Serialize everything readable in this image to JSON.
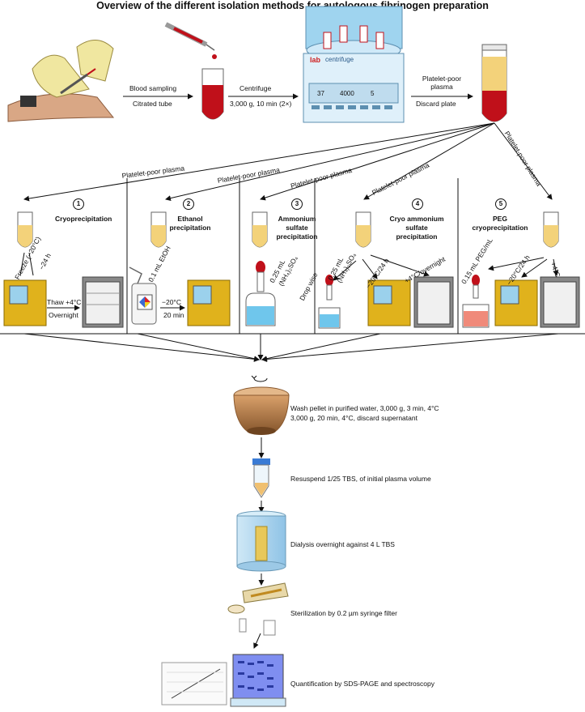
{
  "title": "Overview of the different isolation methods for autologous fibrinogen preparation",
  "top_flow": {
    "blood_sampling": "Blood sampling",
    "citrated_tube": "Citrated tube",
    "centrifuge": "Centrifuge",
    "centrifuge_params": "3,000 g, 10 min (2×)",
    "ppp_label_line1": "Platelet-poor",
    "ppp_label_line2": "plasma",
    "discard_plate": "Discard plate",
    "centrifuge_brand": "lab",
    "centrifuge_model": "centrifuge",
    "display_values": [
      "37",
      "4000",
      "5"
    ]
  },
  "branch_label": "Platelet-poor plasma",
  "methods": [
    {
      "number": "1",
      "name_line1": "Cryoprecipitation",
      "name_line2": "",
      "name_line3": ""
    },
    {
      "number": "2",
      "name_line1": "Ethanol",
      "name_line2": "precipitation",
      "name_line3": ""
    },
    {
      "number": "3",
      "name_line1": "Ammonium",
      "name_line2": "sulfate",
      "name_line3": "precipitation"
    },
    {
      "number": "4",
      "name_line1": "Cryo ammonium",
      "name_line2": "sulfate",
      "name_line3": "precipitation"
    },
    {
      "number": "5",
      "name_line1": "PEG",
      "name_line2": "cryoprecipitation",
      "name_line3": ""
    }
  ],
  "m1": {
    "freeze": "Freeze (−20°C)",
    "time": "−24 h",
    "thaw": "Thaw +4°C",
    "overnight": "Overnight"
  },
  "m2": {
    "etoh": "0.1 mL EtOH",
    "temp": "−20°C",
    "time": "20 min"
  },
  "m3": {
    "vol": "0.25 mL",
    "reagent": "(NH₄)₂SO₄",
    "drop": "Drop wise"
  },
  "m4": {
    "vol": "0.25 mL",
    "reagent": "(NH₄)₂SO₄",
    "freeze": "−20°C/24 h",
    "cold": "+4°C/overnight"
  },
  "m5": {
    "peg": "0.15 mL PEG/mL",
    "freeze": "−20°C/24 h",
    "cold": "+4°C"
  },
  "steps": [
    {
      "line1": "Wash pellet in purified water, 3,000 g, 3 min, 4°C",
      "line2": "3,000 g, 20 min, 4°C, discard supernatant"
    },
    {
      "line1": "Resuspend 1/25 TBS, of initial plasma volume",
      "line2": ""
    },
    {
      "line1": "Dialysis overnight against 4 L TBS",
      "line2": ""
    },
    {
      "line1": "Sterilization by 0.2 µm syringe filter",
      "line2": ""
    },
    {
      "line1": "Quantification by SDS-PAGE and spectroscopy",
      "line2": ""
    }
  ],
  "colors": {
    "blood": "#c0101a",
    "plasma": "#f3d27a",
    "blue_solution": "#6fc6ec",
    "freezer_yellow": "#e0b21c",
    "peg_solution": "#f08a7a"
  }
}
